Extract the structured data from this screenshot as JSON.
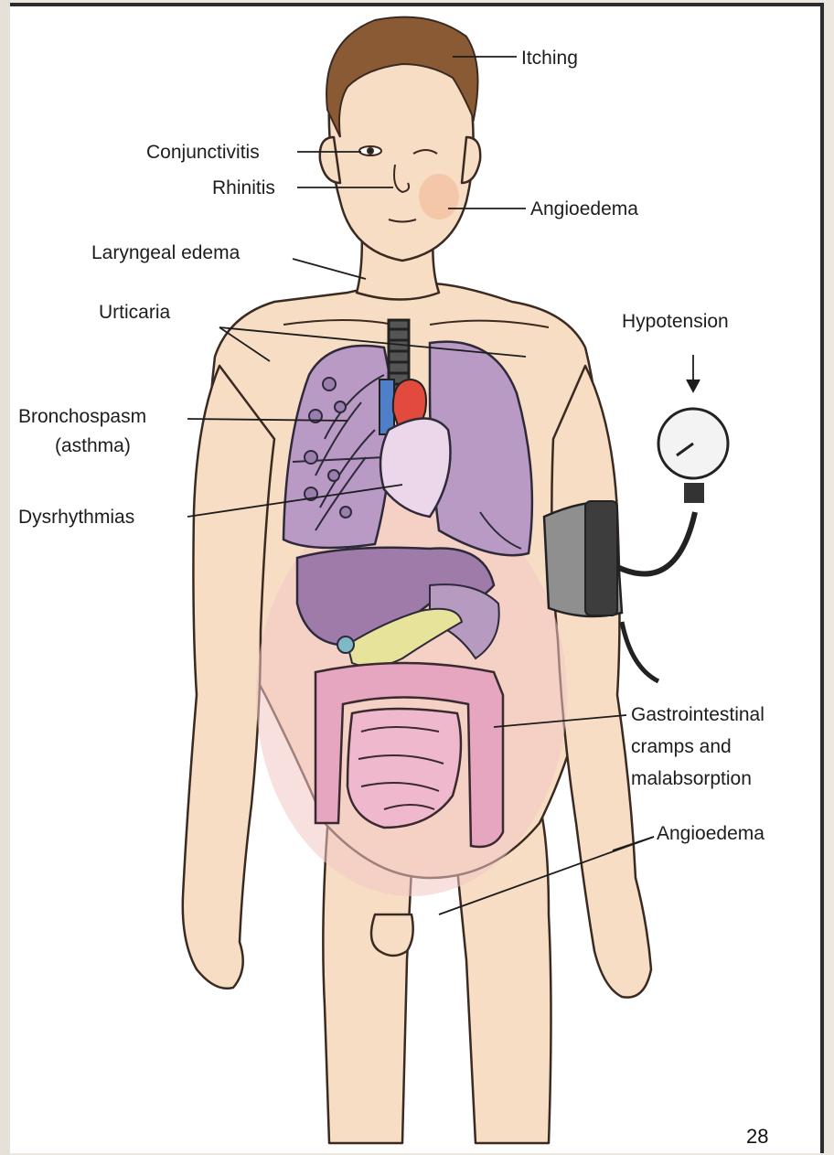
{
  "diagram": {
    "labels": {
      "itching": "Itching",
      "conjunctivitis": "Conjunctivitis",
      "rhinitis": "Rhinitis",
      "angioedema_face": "Angioedema",
      "laryngeal_edema": "Laryngeal edema",
      "urticaria": "Urticaria",
      "hypotension": "Hypotension",
      "bronchospasm_line1": "Bronchospasm",
      "bronchospasm_line2": "(asthma)",
      "dysrhythmias": "Dysrhythmias",
      "gi_line1": "Gastrointestinal",
      "gi_line2": "cramps and",
      "gi_line3": "malabsorption",
      "angioedema_limbs": "Angioedema"
    }
  },
  "page_number": "28",
  "colors": {
    "skin": "#f7ddc4",
    "hair": "#8a5a34",
    "lung": "#b99ac4",
    "liver": "#9e7ba8",
    "heart": "#ecd6ea",
    "intestine": "#e7a6c0",
    "pancreas": "#e8e39a",
    "artery": "#e14a3c",
    "vein": "#4f7fc8",
    "cuff": "#5a5a5a"
  }
}
